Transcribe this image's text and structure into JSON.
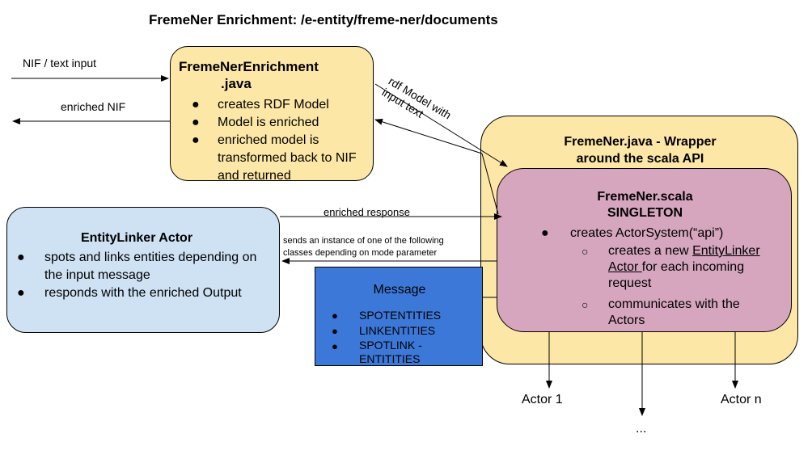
{
  "title": "FremeNer Enrichment:  /e-entity/freme-ner/documents",
  "labels": {
    "nif_input": "NIF / text input",
    "enriched_nif": "enriched NIF",
    "rdf_model_with": "rdf Model with",
    "input_text": "input text",
    "enriched_response": "enriched response",
    "sends_line1": "sends an instance of one of the following",
    "sends_line2": "classes depending on mode parameter"
  },
  "enrichment_box": {
    "title_line1": "FremeNerEnrichment",
    "title_line2": ".java",
    "bullets": [
      "creates RDF Model",
      "Model is enriched",
      "enriched model  is transformed back to NIF and returned"
    ],
    "color": "#fde7a6"
  },
  "wrapper_box": {
    "title_line1": "FremeNer.java - Wrapper",
    "title_line2": "around the scala API",
    "color": "#fde7a6"
  },
  "scala_box": {
    "title_line1": "FremeNer.scala",
    "title_line2": "SINGLETON",
    "bullet": "creates ActorSystem(“api”)",
    "sub1_pre": "creates a new ",
    "sub1_link": "EntityLinker Actor ",
    "sub1_post": "for each incoming request",
    "sub2": "communicates with the Actors",
    "color": "#d5a6bd"
  },
  "linker_box": {
    "title": "EntityLinker Actor",
    "bullets": [
      "spots and links entities depending on the input message",
      "responds with the enriched Output"
    ],
    "color": "#cfe2f3"
  },
  "message_box": {
    "title": "Message",
    "items": [
      "SPOTENTITIES",
      "LINKENTITIES",
      "SPOTLINK - ENTITITIES"
    ],
    "color": "#3c78d8"
  },
  "actors": {
    "actor1": "Actor 1",
    "actorn": "Actor n",
    "ellipsis": "..."
  }
}
